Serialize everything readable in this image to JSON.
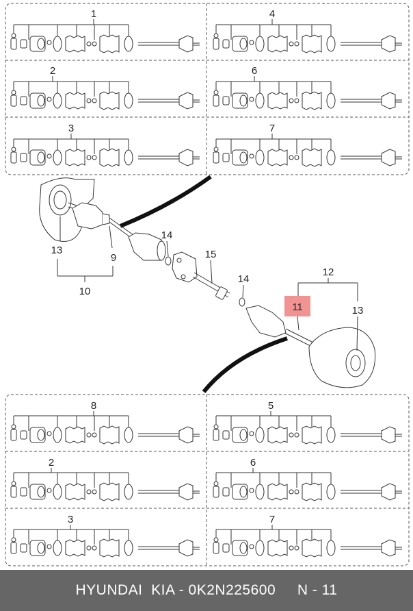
{
  "footer": {
    "brand": "HYUNDAI  KIA",
    "separator": " - ",
    "part_number": "0K2N225600",
    "spacer": "     ",
    "page": "N - 11"
  },
  "panels": {
    "top": [
      {
        "label": "1"
      },
      {
        "label": "4"
      },
      {
        "label": "2"
      },
      {
        "label": "6"
      },
      {
        "label": "3"
      },
      {
        "label": "7"
      }
    ],
    "bottom": [
      {
        "label": "8"
      },
      {
        "label": "5"
      },
      {
        "label": "2"
      },
      {
        "label": "6"
      },
      {
        "label": "3"
      },
      {
        "label": "7"
      }
    ]
  },
  "callouts": {
    "c13_left": "13",
    "c9": "9",
    "c10": "10",
    "c14_upper": "14",
    "c15": "15",
    "c14_lower": "14",
    "c12": "12",
    "c11": "11",
    "c13_right": "13"
  },
  "colors": {
    "highlight": "#f08080",
    "footer_bg": "#666666",
    "footer_text": "#ffffff"
  }
}
